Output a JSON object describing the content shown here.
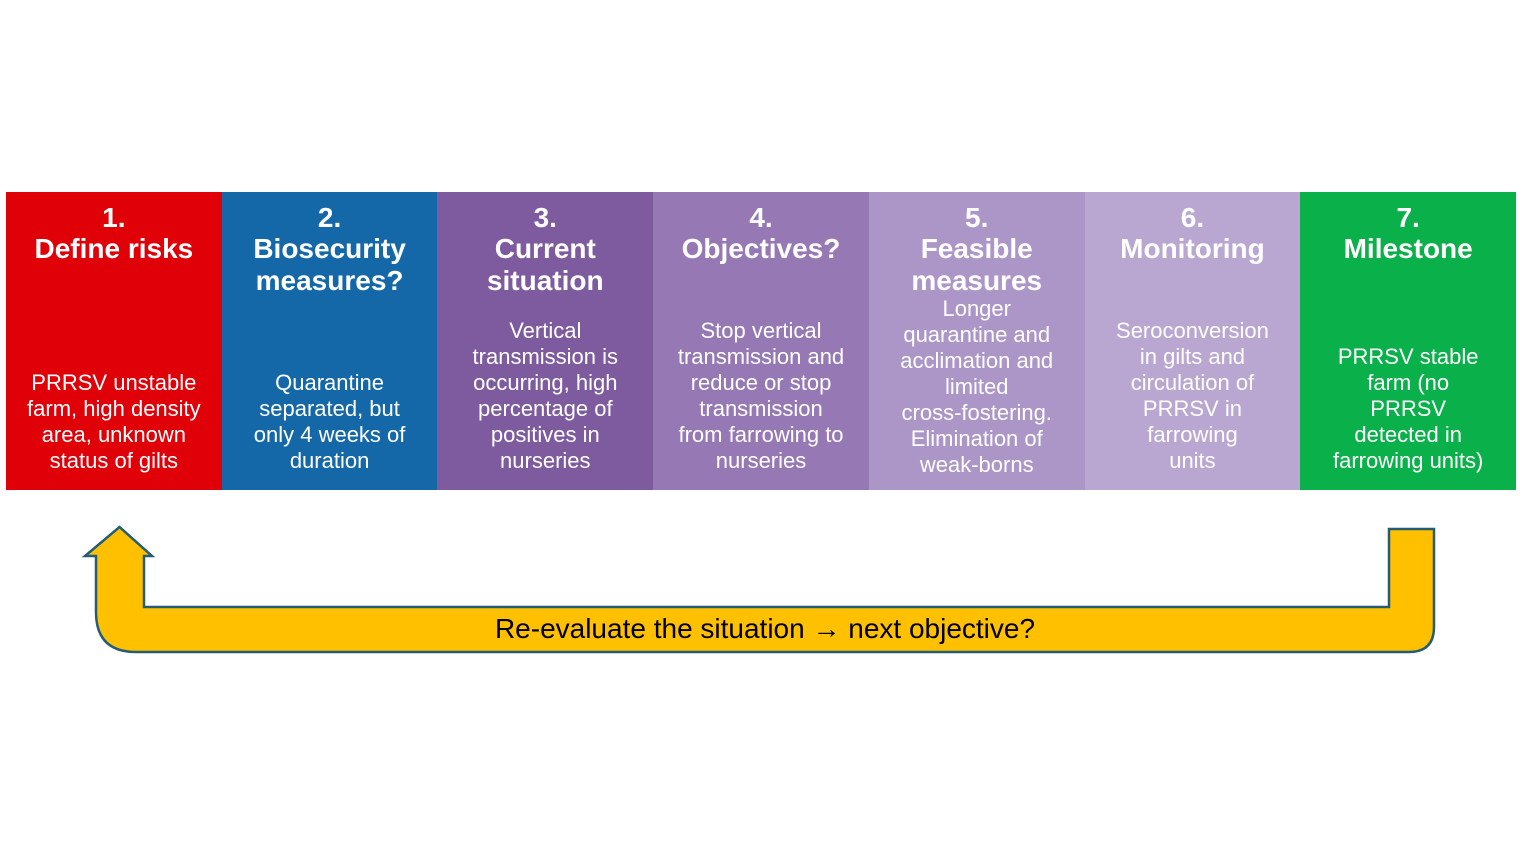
{
  "figure": {
    "type": "process-flow",
    "background": "#FFFFFF"
  },
  "steps": [
    {
      "number": "1.",
      "name": "Define risks",
      "body": "PRRSV unstable\nfarm, high density\narea, unknown\nstatus of gilts",
      "color": "#E00008",
      "text_color": "#FFFFFF"
    },
    {
      "number": "2.",
      "name": "Biosecurity\nmeasures?",
      "body": "Quarantine\nseparated, but\nonly 4 weeks of\nduration",
      "color": "#1568A8",
      "text_color": "#FFFFFF"
    },
    {
      "number": "3.",
      "name": "Current\nsituation",
      "body": "Vertical\ntransmission is\noccurring, high\npercentage of\npositives in\nnurseries",
      "color": "#7D5B9E",
      "text_color": "#FFFFFF"
    },
    {
      "number": "4.",
      "name": "Objectives?",
      "body": "Stop vertical\ntransmission and\nreduce or stop\ntransmission\nfrom farrowing to\nnurseries",
      "color": "#9678B4",
      "text_color": "#FFFFFF"
    },
    {
      "number": "5.",
      "name": "Feasible\nmeasures",
      "body": "Longer\nquarantine and\nacclimation and\nlimited\ncross-fostering.\nElimination of\nweak-borns",
      "color": "#AC96C8",
      "text_color": "#FFFFFF"
    },
    {
      "number": "6.",
      "name": "Monitoring",
      "body": "Seroconversion\nin gilts and\ncirculation of\nPRRSV in\nfarrowing\nunits",
      "color": "#B9A7D2",
      "text_color": "#FFFFFF"
    },
    {
      "number": "7.",
      "name": "Milestone",
      "body": "PRRSV stable\nfarm (no\nPRRSV\ndetected in\nfarrowing units)",
      "color": "#0AB04A",
      "text_color": "#FFFFFF"
    }
  ],
  "loop_arrow": {
    "label": "Re-evaluate the situation → next objective?",
    "fill": "#FFC000",
    "outline": "#245C73",
    "label_color": "#000000"
  }
}
